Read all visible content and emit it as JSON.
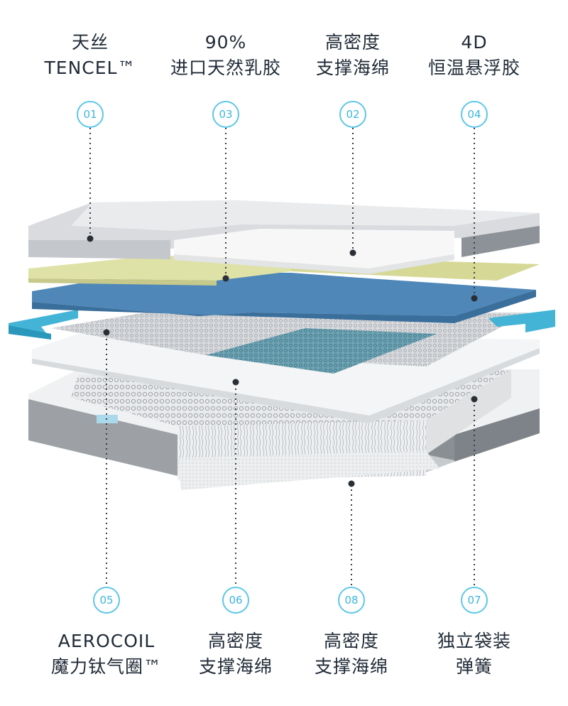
{
  "callouts_top": [
    {
      "line1": "天丝",
      "line2": "TENCEL™",
      "number": "01"
    },
    {
      "line1": "90%",
      "line2": "进口天然乳胶",
      "number": "03"
    },
    {
      "line1": "高密度",
      "line2": "支撑海绵",
      "number": "02"
    },
    {
      "line1": "4D",
      "line2": "恒温悬浮胶",
      "number": "04"
    }
  ],
  "callouts_bottom": [
    {
      "number": "05",
      "line1": "AEROCOIL",
      "line2": "魔力钛气圈™"
    },
    {
      "number": "06",
      "line1": "高密度",
      "line2": "支撑海绵"
    },
    {
      "number": "08",
      "line1": "高密度",
      "line2": "支撑海绵"
    },
    {
      "number": "07",
      "line1": "独立袋装",
      "line2": "弹簧"
    }
  ],
  "colors": {
    "accent": "#5ec7e8",
    "text": "#1f2a36",
    "tencel": "#d9dbde",
    "latex": "#dfe2a6",
    "gel": "#4f87b8",
    "frame": "#43b4d6",
    "base": "#9a9ea4"
  }
}
